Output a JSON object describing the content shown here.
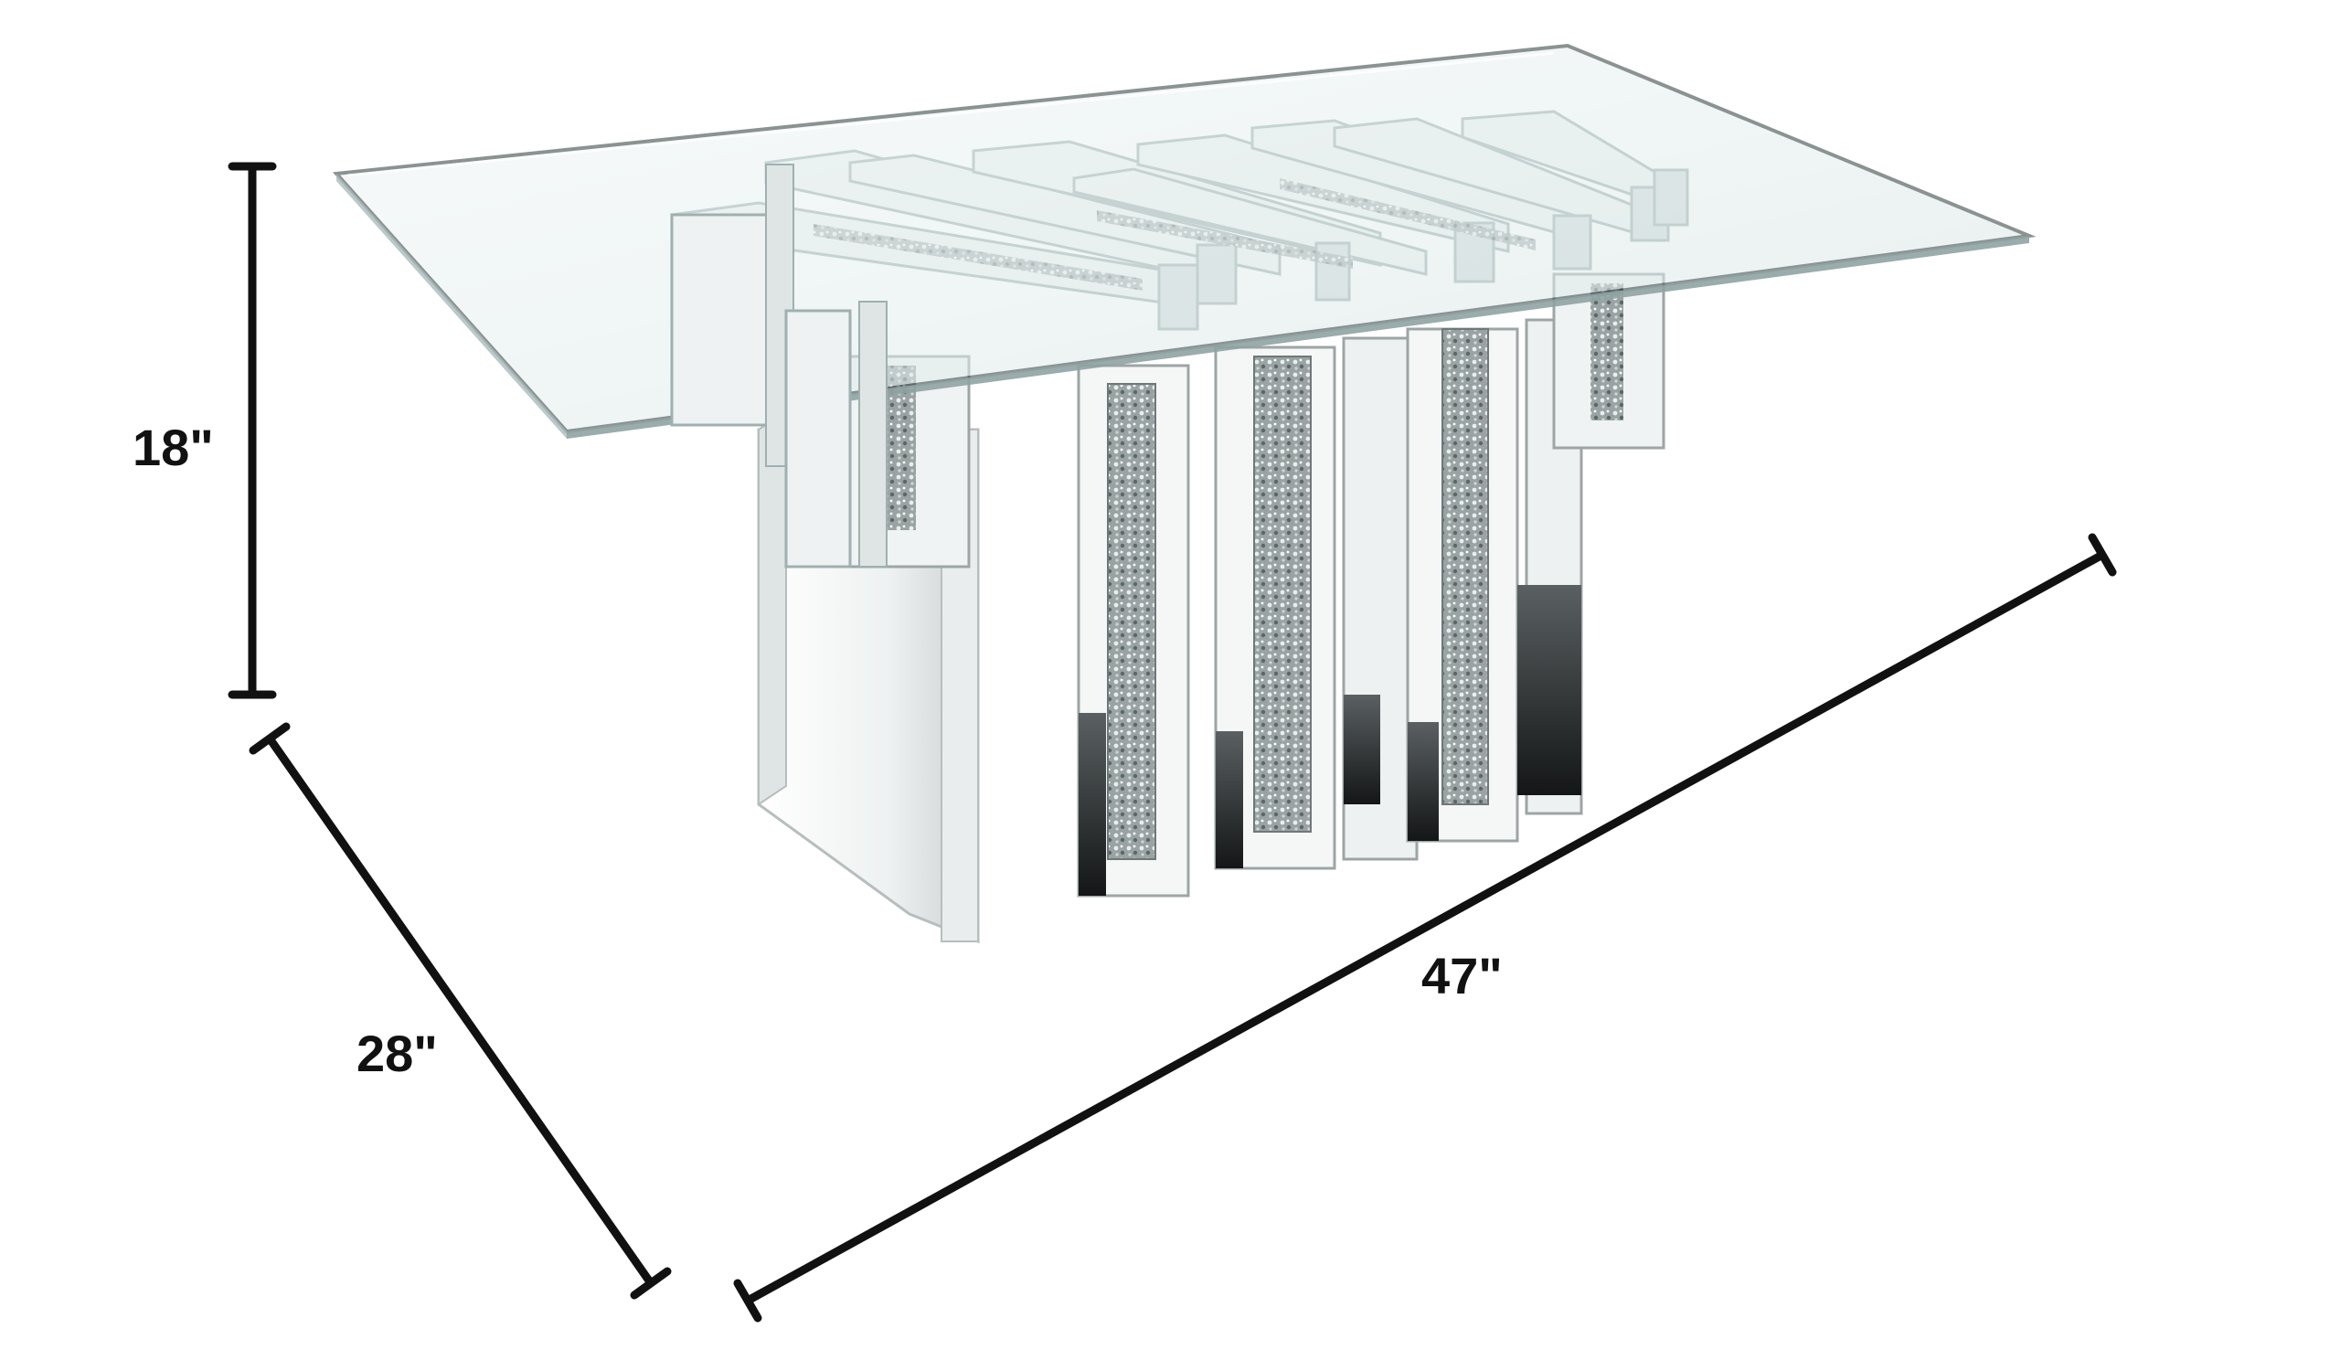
{
  "dimensions": {
    "height": "18\"",
    "depth": "28\"",
    "width": "47\""
  },
  "colors": {
    "background": "#ffffff",
    "dimension_line": "#111111",
    "glass": "#e4eeee",
    "glass_edge": "#8fa3a3",
    "mirror": "#f3f5f5",
    "mirror_shadow": "#b7bebe",
    "crystal": "#7c8585",
    "dark_reflection": "#1c1f20"
  },
  "icons": {
    "product": "glass-top-mirrored-coffee-table",
    "dimension_markers": "measurement-line"
  }
}
